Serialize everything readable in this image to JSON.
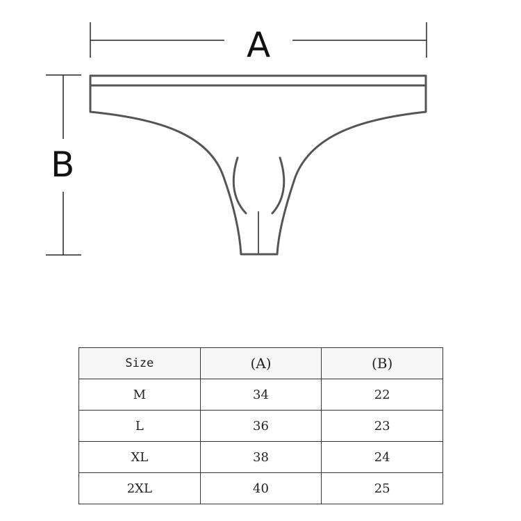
{
  "diagram": {
    "label_a": "A",
    "label_b": "B",
    "line_color": "#555555"
  },
  "size_table": {
    "headers": [
      "Size",
      "(A)",
      "(B)"
    ],
    "rows": [
      [
        "M",
        "34",
        "22"
      ],
      [
        "L",
        "36",
        "23"
      ],
      [
        "XL",
        "38",
        "24"
      ],
      [
        "2XL",
        "40",
        "25"
      ]
    ]
  }
}
